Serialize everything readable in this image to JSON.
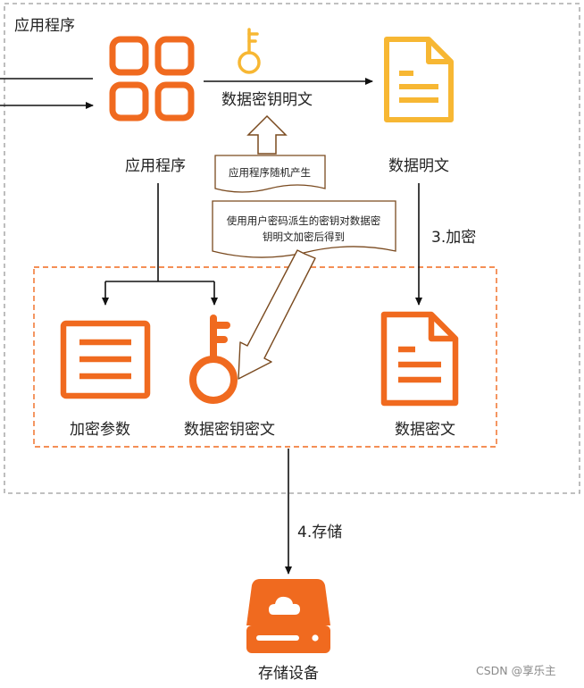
{
  "outer_box": {
    "title": "应用程序"
  },
  "app": {
    "label": "应用程序"
  },
  "key_plain": {
    "label": "数据密钥明文"
  },
  "data_plain": {
    "label": "数据明文"
  },
  "note_random": {
    "text": "应用程序随机产生"
  },
  "note_derive": {
    "line1": "使用用户密码派生的密钥对数据密",
    "line2": "钥明文加密后得到"
  },
  "step_encrypt": {
    "label": "3.加密"
  },
  "enc_params": {
    "label": "加密参数"
  },
  "key_cipher": {
    "label": "数据密钥密文"
  },
  "data_cipher": {
    "label": "数据密文"
  },
  "step_store": {
    "label": "4.存储"
  },
  "storage": {
    "label": "存储设备"
  },
  "watermark": {
    "text": "CSDN @享乐主"
  },
  "colors": {
    "orange": "#f06a1f",
    "yellow": "#f7b733",
    "dark": "#111111",
    "note_border": "#7a4a1f",
    "dashed": "#9a9a9a"
  }
}
